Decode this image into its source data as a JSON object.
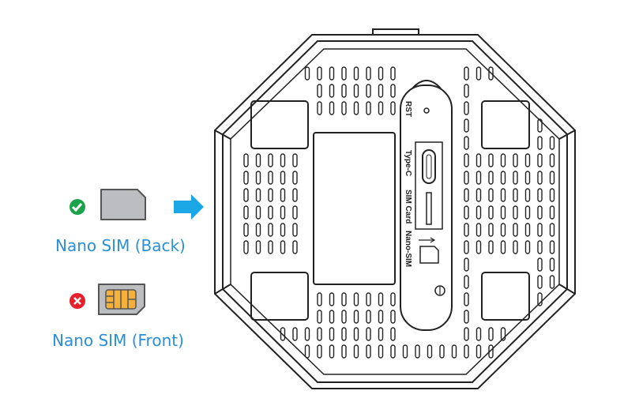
{
  "sim_options": [
    {
      "label": "Nano SIM (Back)",
      "status": "correct",
      "status_color": "#1aa34a"
    },
    {
      "label": "Nano SIM (Front)",
      "status": "incorrect",
      "status_color": "#e5202a"
    }
  ],
  "device": {
    "port_labels": {
      "reset": "RST",
      "usb": "Type-C",
      "sim_card": "SIM Card",
      "nano_sim": "Nano-SIM"
    }
  },
  "colors": {
    "arrow": "#1ba7e6",
    "text": "#2b8fd6",
    "sim_gray": "#bcbdc0",
    "chip": "#f6b13c"
  }
}
